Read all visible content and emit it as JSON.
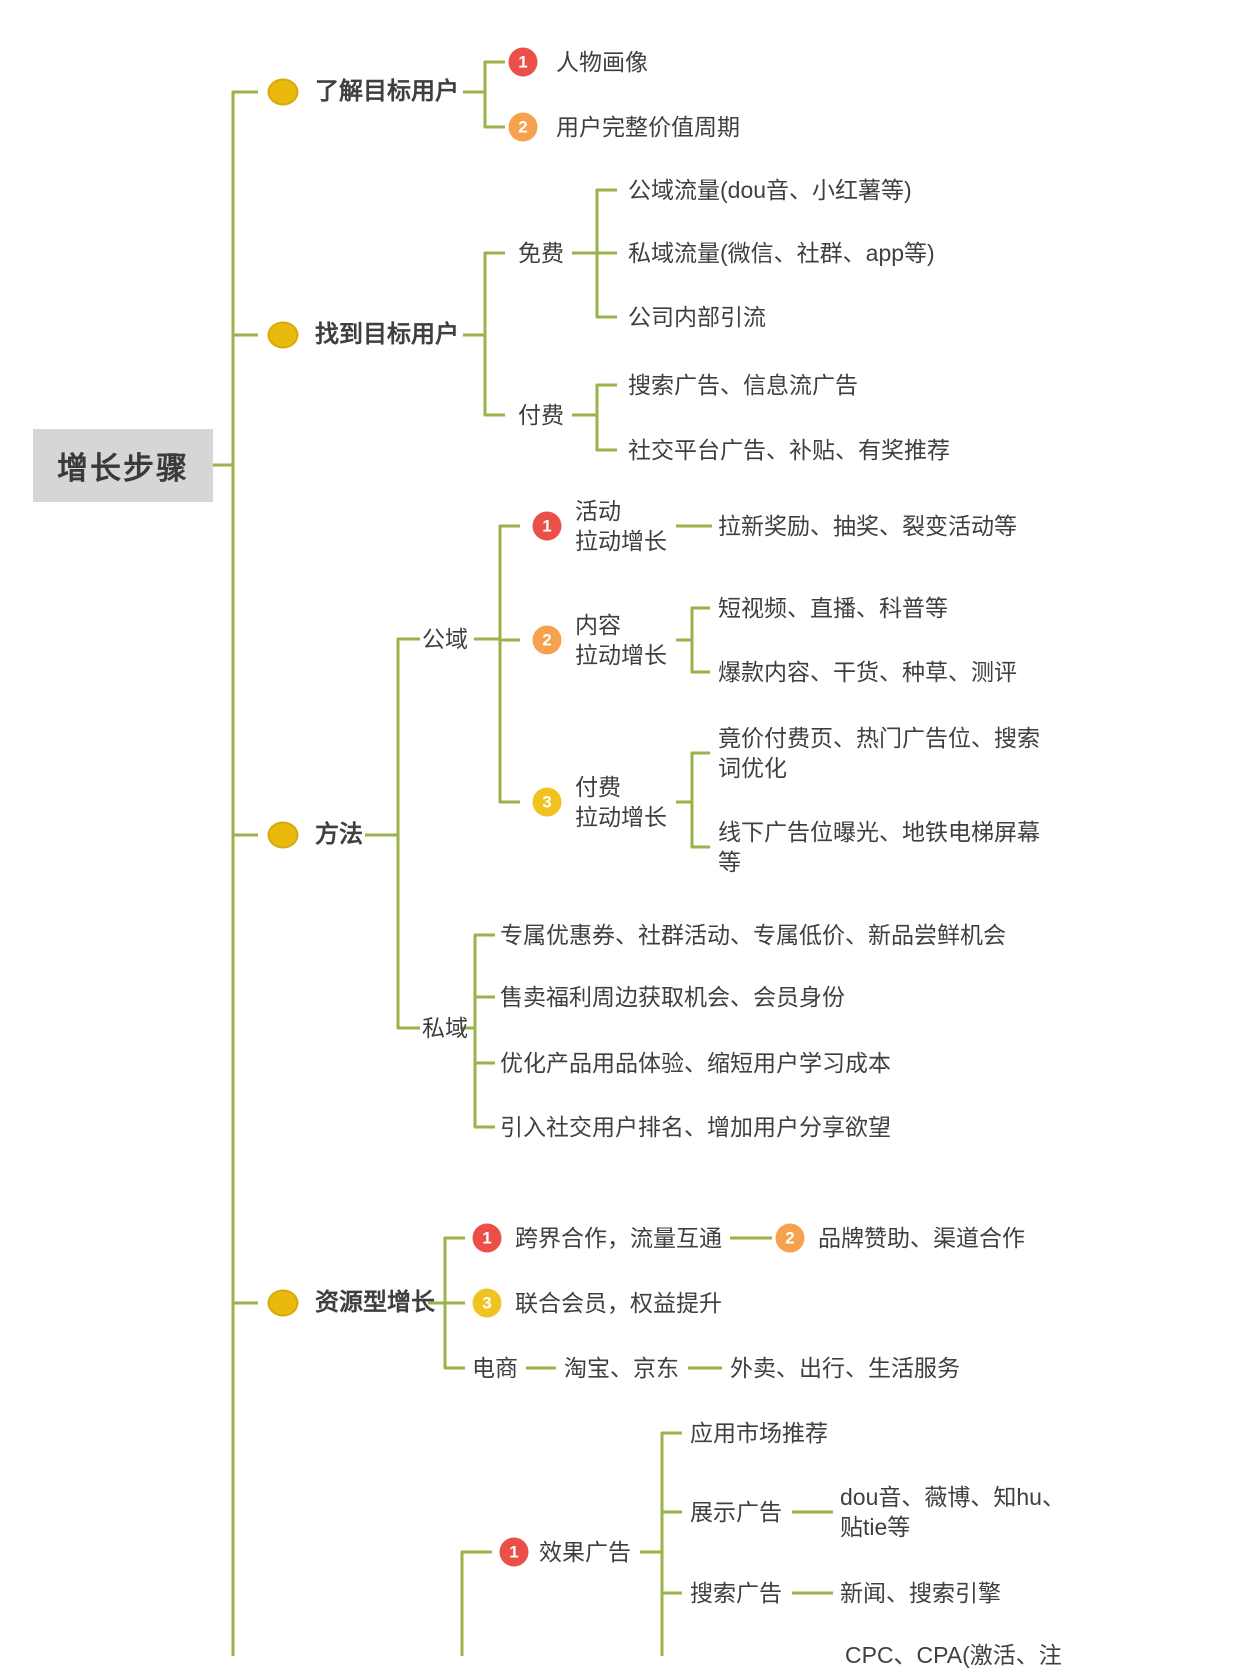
{
  "colors": {
    "line": "#9ab24a",
    "text": "#3f3f3f",
    "dot": "#e9ba0d",
    "dot_border": "#d7a90a",
    "badge_red": "#ea5048",
    "badge_orange": "#f6a14d",
    "badge_yellow": "#f0c320",
    "root_bg": "#d6d6d6",
    "root_text": "#3a3a3a",
    "canvas_bg": "#ffffff"
  },
  "root": {
    "label": "增长步骤"
  },
  "branches": [
    {
      "label": "了解目标用户",
      "children": [
        {
          "badge": "1",
          "label": "人物画像"
        },
        {
          "badge": "2",
          "label": "用户完整价值周期"
        }
      ]
    },
    {
      "label": "找到目标用户",
      "children": [
        {
          "label": "免费",
          "children": [
            {
              "label": "公域流量(dou音、小红薯等)"
            },
            {
              "label": "私域流量(微信、社群、app等)"
            },
            {
              "label": "公司内部引流"
            }
          ]
        },
        {
          "label": "付费",
          "children": [
            {
              "label": "搜索广告、信息流广告"
            },
            {
              "label": "社交平台广告、补贴、有奖推荐"
            }
          ]
        }
      ]
    },
    {
      "label": "方法",
      "children": [
        {
          "label": "公域",
          "children": [
            {
              "badge": "1",
              "label": "活动\n拉动增长",
              "children": [
                {
                  "label": "拉新奖励、抽奖、裂变活动等"
                }
              ]
            },
            {
              "badge": "2",
              "label": "内容\n拉动增长",
              "children": [
                {
                  "label": "短视频、直播、科普等"
                },
                {
                  "label": "爆款内容、干货、种草、测评"
                }
              ]
            },
            {
              "badge": "3",
              "label": "付费\n拉动增长",
              "children": [
                {
                  "label": "竟价付费页、热门广告位、搜索\n词优化"
                },
                {
                  "label": "线下广告位曝光、地铁电梯屏幕\n等"
                }
              ]
            }
          ]
        },
        {
          "label": "私域",
          "children": [
            {
              "label": "专属优惠券、社群活动、专属低价、新品尝鲜机会"
            },
            {
              "label": "售卖福利周边获取机会、会员身份"
            },
            {
              "label": "优化产品用品体验、缩短用户学习成本"
            },
            {
              "label": "引入社交用户排名、增加用户分享欲望"
            }
          ]
        }
      ]
    },
    {
      "label": "资源型增长",
      "children": [
        {
          "badge": "1",
          "label": "跨界合作，流量互通",
          "children": [
            {
              "badge": "2",
              "label": "品牌赞助、渠道合作"
            }
          ]
        },
        {
          "badge": "3",
          "label": "联合会员，权益提升"
        },
        {
          "label": "电商",
          "children": [
            {
              "label": "淘宝、京东",
              "children": [
                {
                  "label": "外卖、出行、生活服务"
                }
              ]
            }
          ]
        }
      ]
    },
    {
      "children": [
        {
          "badge": "1",
          "label": "效果广告",
          "children": [
            {
              "label": "应用市场推荐"
            },
            {
              "label": "展示广告",
              "children": [
                {
                  "label": "dou音、薇博、知hu、\n贴tie等"
                }
              ]
            },
            {
              "label": "搜索广告",
              "children": [
                {
                  "label": "新闻、搜索引擎"
                }
              ]
            },
            {
              "label": "CPC、CPA(激活、注"
            }
          ]
        }
      ]
    }
  ]
}
